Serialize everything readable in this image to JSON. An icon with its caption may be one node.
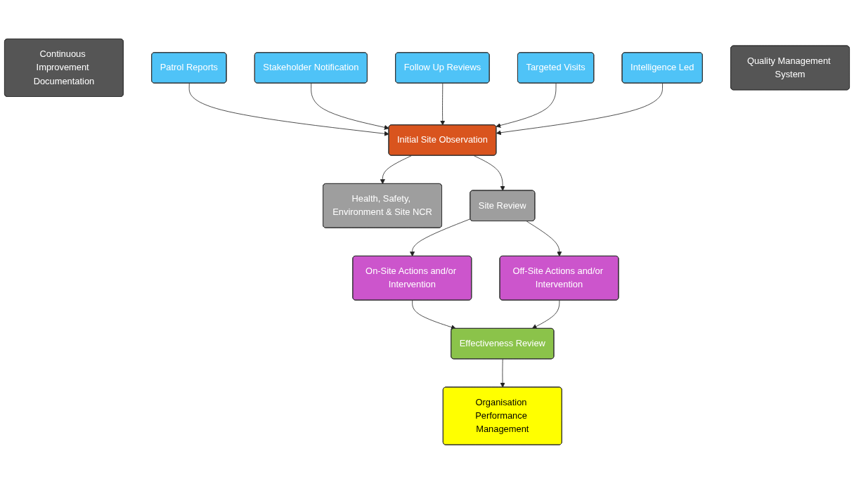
{
  "diagram": {
    "nodes": [
      {
        "text": [
          "Continuous Improvement Documentation"
        ]
      },
      {
        "text": [
          "Patrol Reports"
        ]
      },
      {
        "text": [
          "Stakeholder Notification"
        ]
      },
      {
        "text": [
          "Follow Up Reviews"
        ]
      },
      {
        "text": [
          "Targeted Visits"
        ]
      },
      {
        "text": [
          "Intelligence Led"
        ]
      },
      {
        "text": [
          "Initial Site Observation"
        ]
      },
      {
        "text": [
          "Health, Safety, Environment & Site NCR"
        ]
      },
      {
        "text": [
          "Site Review"
        ]
      },
      {
        "text": [
          "On-Site Actions and/or Intervention"
        ]
      },
      {
        "text": [
          "Off-Site Actions and/or Intervention"
        ]
      },
      {
        "text": [
          "Effectiveness Review"
        ]
      },
      {
        "text": [
          "Organisation Performance Management"
        ]
      },
      {
        "text": [
          "Quality Management System"
        ]
      }
    ],
    "edges": [
      {
        "from": 1,
        "to": 6,
        "arrow": "to"
      },
      {
        "from": 2,
        "to": 6,
        "arrow": "to"
      },
      {
        "from": 3,
        "to": 6,
        "arrow": "to"
      },
      {
        "from": 4,
        "to": 6,
        "arrow": "to"
      },
      {
        "from": 5,
        "to": 6,
        "arrow": "to"
      },
      {
        "from": 6,
        "to": 7,
        "arrow": "to"
      },
      {
        "from": 6,
        "to": 8,
        "arrow": "to"
      },
      {
        "from": 8,
        "to": 9,
        "arrow": "to"
      },
      {
        "from": 8,
        "to": 10,
        "arrow": "to"
      },
      {
        "from": 9,
        "to": 11,
        "arrow": "to"
      },
      {
        "from": 10,
        "to": 11,
        "arrow": "to"
      },
      {
        "from": 11,
        "to": 12,
        "arrow": "to"
      }
    ]
  }
}
